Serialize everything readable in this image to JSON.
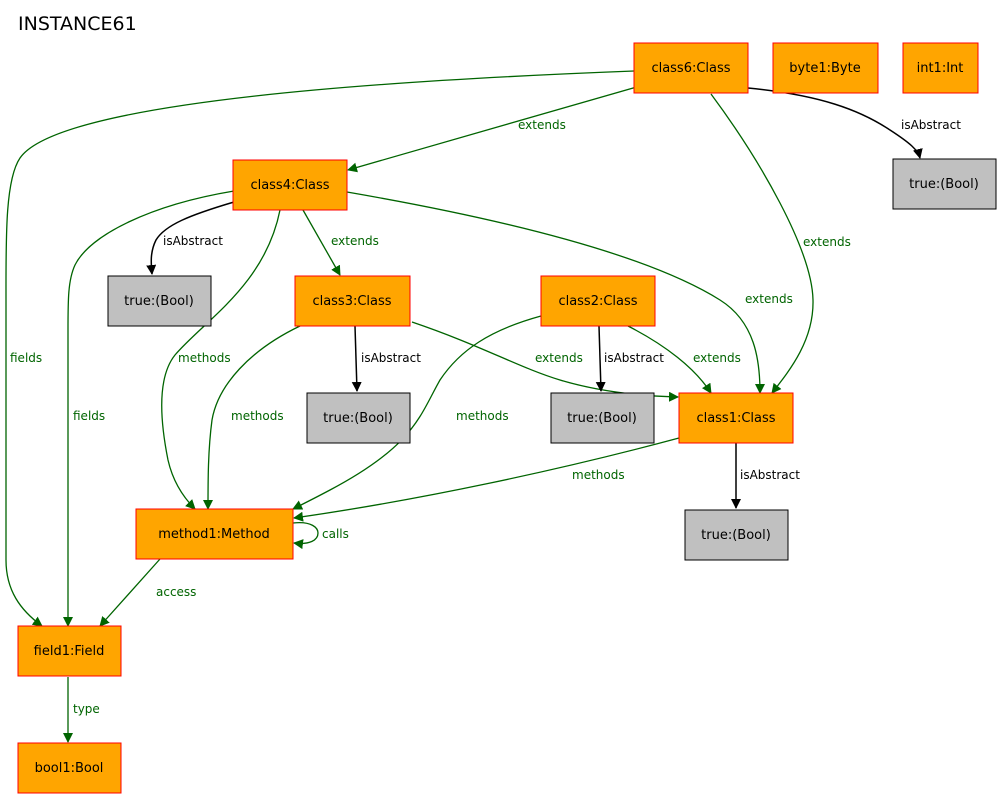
{
  "title": "INSTANCE61",
  "colors": {
    "class_fill": "#ffa500",
    "class_stroke": "#ff0000",
    "value_fill": "#c0c0c0",
    "value_stroke": "#000000",
    "relation_edge": "#006400",
    "attribute_edge": "#000000"
  },
  "nodes": {
    "class6": "class6:Class",
    "byte1": "byte1:Byte",
    "int1": "int1:Int",
    "true_c6": "true:(Bool)",
    "class4": "class4:Class",
    "true_c4": "true:(Bool)",
    "class3": "class3:Class",
    "class2": "class2:Class",
    "true_c3": "true:(Bool)",
    "true_c2": "true:(Bool)",
    "class1": "class1:Class",
    "true_c1": "true:(Bool)",
    "method1": "method1:Method",
    "field1": "field1:Field",
    "bool1": "bool1:Bool"
  },
  "edges": {
    "class6_fields": "fields",
    "class6_extends_class4": "extends",
    "class6_isAbstract": "isAbstract",
    "class6_extends_class1": "extends",
    "class4_isAbstract": "isAbstract",
    "class4_extends_class3": "extends",
    "class4_extends_class1": "extends",
    "class4_fields": "fields",
    "class4_methods": "methods",
    "class3_isAbstract": "isAbstract",
    "class3_extends_class1": "extends",
    "class3_methods": "methods",
    "class2_isAbstract": "isAbstract",
    "class2_extends_class1": "extends",
    "class2_methods": "methods",
    "class1_isAbstract": "isAbstract",
    "class1_methods": "methods",
    "method1_calls": "calls",
    "method1_access": "access",
    "field1_type": "type"
  }
}
